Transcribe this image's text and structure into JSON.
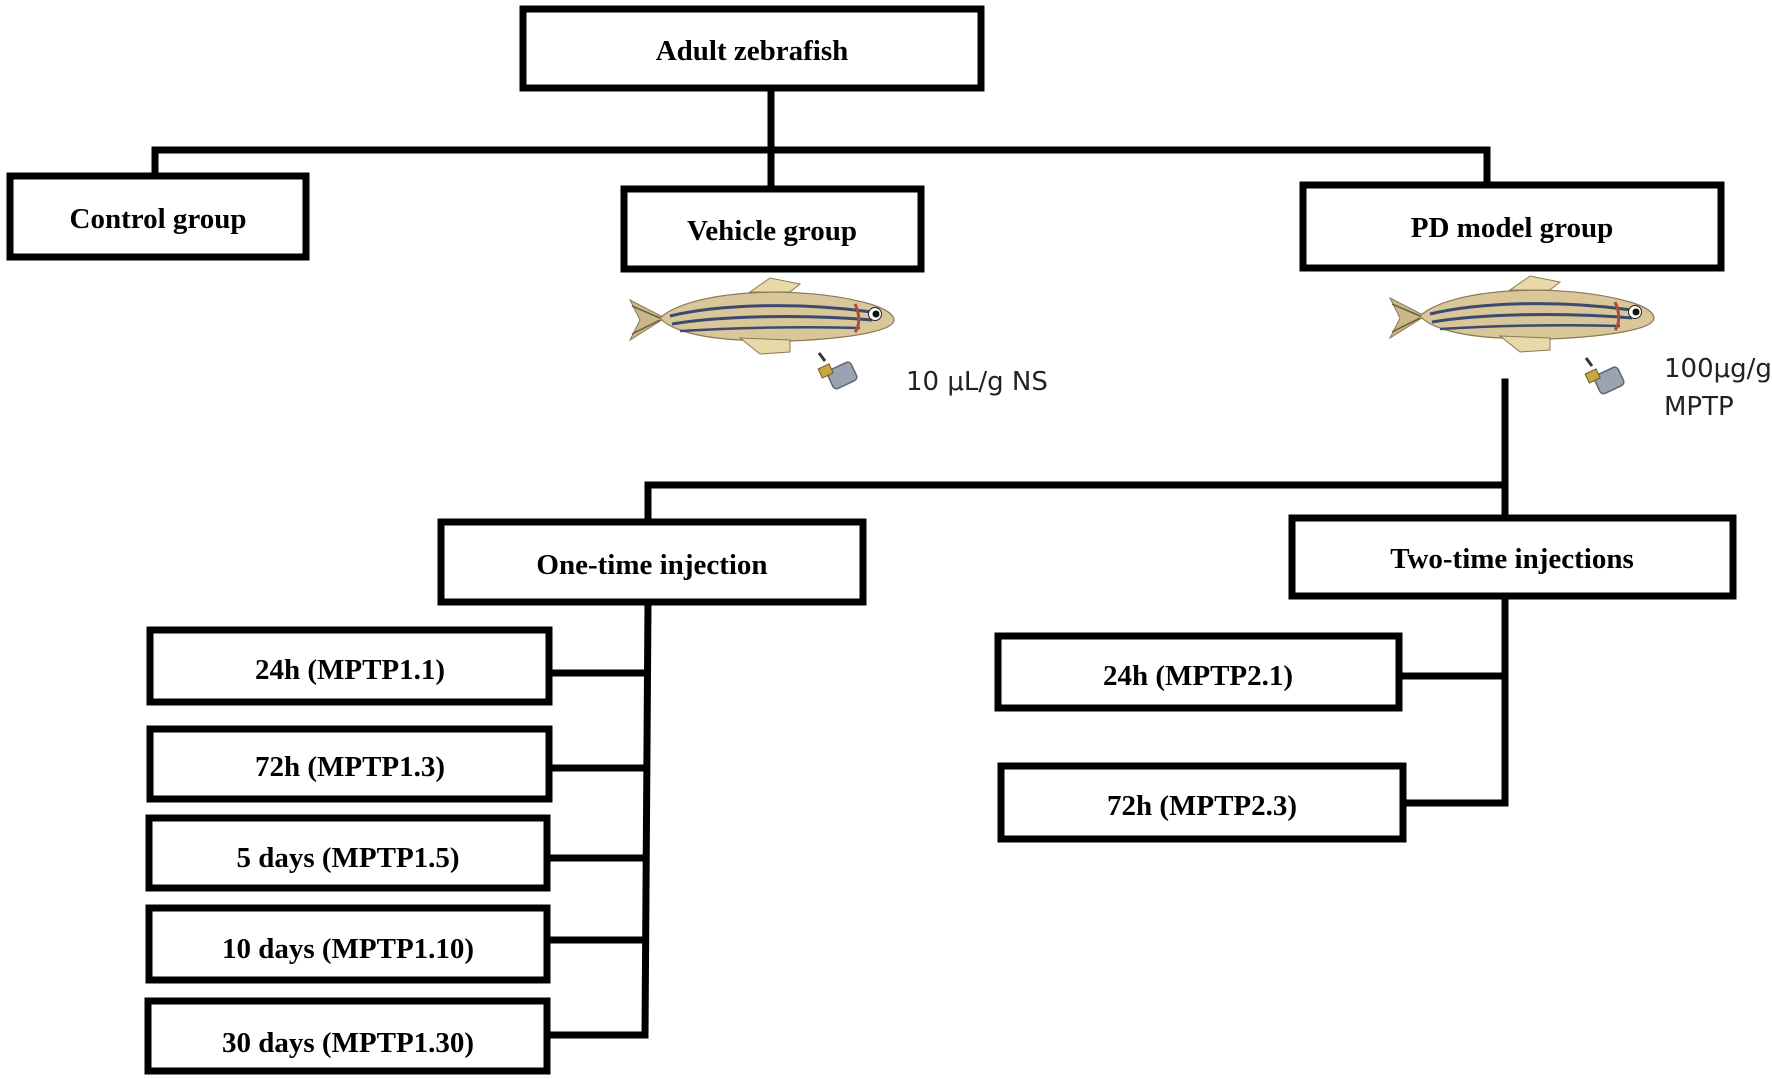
{
  "nodes": {
    "root": "Adult zebrafish",
    "control": "Control group",
    "vehicle": "Vehicle group",
    "pd_model": "PD model group",
    "one_time": "One-time injection",
    "two_time": "Two-time injections",
    "one_time_items": [
      "24h (MPTP1.1)",
      "72h (MPTP1.3)",
      "5 days (MPTP1.5)",
      "10 days (MPTP1.10)",
      "30 days (MPTP1.30)"
    ],
    "two_time_items": [
      "24h (MPTP2.1)",
      "72h (MPTP2.3)"
    ]
  },
  "doses": {
    "vehicle": "10 μL/g NS",
    "pd_line1": "100μg/g",
    "pd_line2": "MPTP"
  },
  "icons": {
    "fish": "zebrafish-icon",
    "syringe": "syringe-icon"
  },
  "colors": {
    "line": "#000000",
    "box_fill": "#ffffff",
    "fish_body": "#d9c79a",
    "fish_stripe": "#3c4a6e"
  }
}
